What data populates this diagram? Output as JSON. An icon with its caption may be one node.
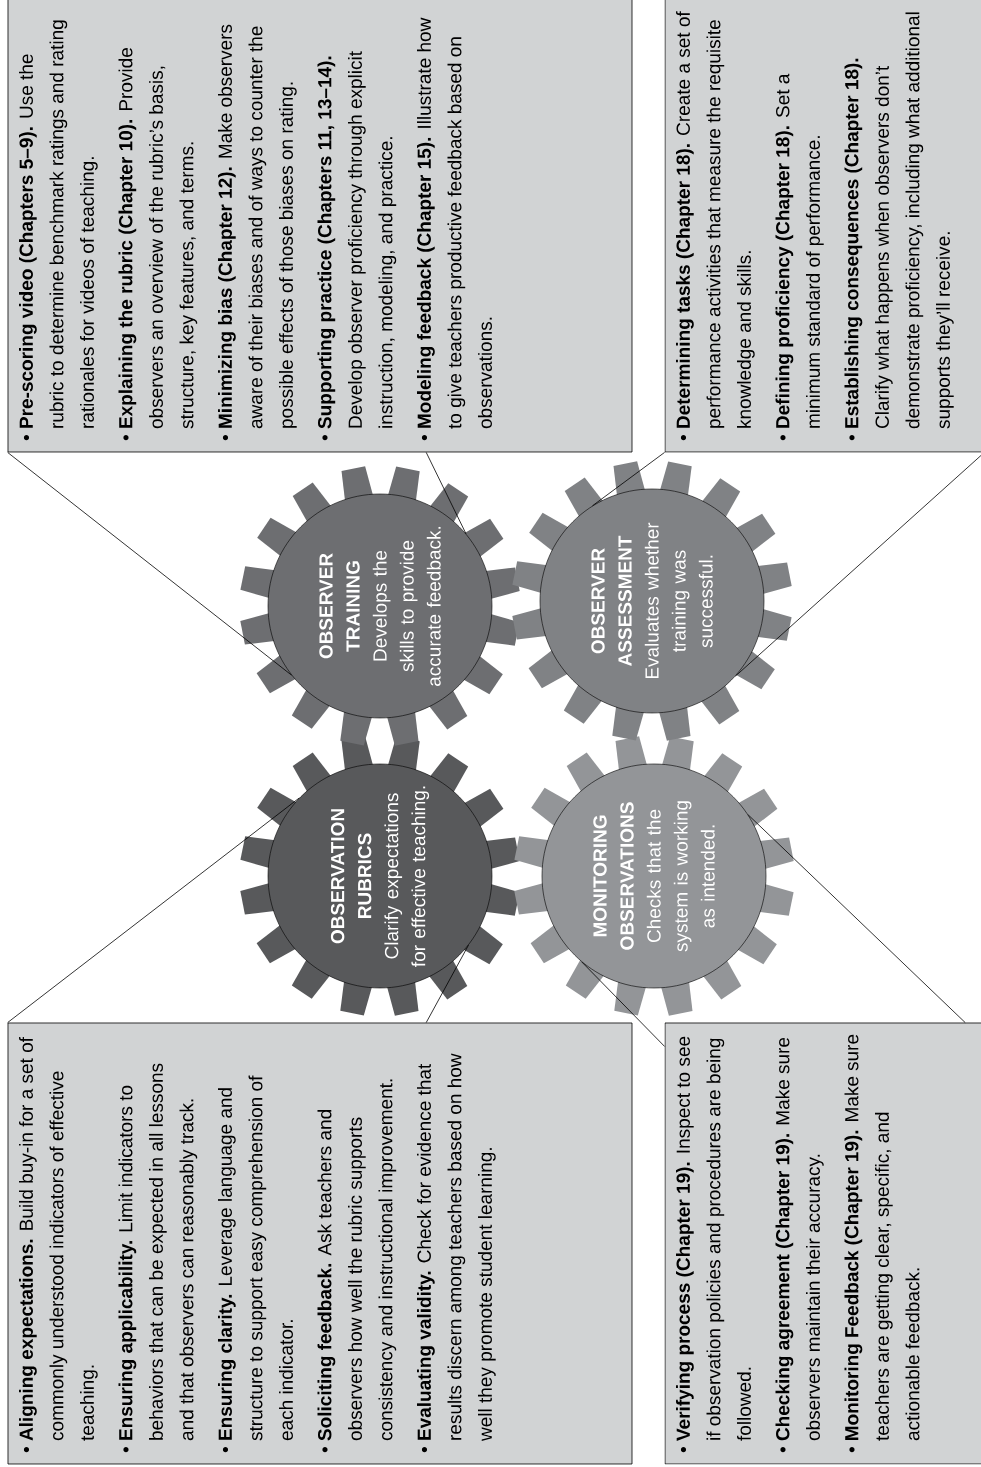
{
  "diagram": {
    "nodes": [
      {
        "text": [
          "• **Aligning expectations.** Build buy-in for a set of commonly understood indicators of effective teaching.",
          "• **Ensuring applicability.** Limit indicators to behaviors that can be expected in all lessons and that observers can reasonably track.",
          "• **Ensuring clarity.** Leverage language and structure to support easy comprehension of each indicator.",
          "• **Soliciting feedback.** Ask teachers and observers how well the rubric supports consistency and instructional improvement.",
          "• **Evaluating validity.** Check for evidence that results discern among teachers based on how well they promote student learning."
        ]
      },
      {
        "text": [
          "OBSERVATION RUBRICS",
          "Clarify expectations for effective teaching."
        ]
      },
      {
        "text": [
          "OBSERVER TRAINING",
          "Develops the skills to provide accurate feedback."
        ]
      },
      {
        "text": [
          "• **Pre-scoring video (Chapters 5–9).** Use the rubric to determine benchmark ratings and rating rationales for videos of teaching.",
          "• **Explaining the rubric (Chapter 10).** Provide observers an overview of the rubric’s basis, structure, key features, and terms.",
          "• **Minimizing bias (Chapter 12).** Make observers aware of their biases and of ways to counter the possible effects of those biases on rating.",
          "• **Supporting practice (Chapters 11, 13–14).** Develop observer proficiency through explicit instruction, modeling, and practice.",
          "• **Modeling feedback (Chapter 15).** Illustrate how to give teachers productive feedback based on observations."
        ]
      },
      {
        "text": [
          "• **Verifying process (Chapter 19).** Inspect to see if observation policies and procedures are being followed.",
          "• **Checking agreement (Chapter 19).** Make sure observers maintain their accuracy.",
          "• **Monitoring Feedback (Chapter 19).** Make sure teachers are getting clear, specific, and actionable feedback."
        ]
      },
      {
        "text": [
          "MONITORING OBSERVATIONS",
          "Checks that the system is working as intended."
        ]
      },
      {
        "text": [
          "OBSERVER ASSESSMENT",
          "Evaluates whether training was successful."
        ]
      },
      {
        "text": [
          "• **Determining tasks (Chapter 18).** Create a set of performance activities that measure the requisite knowledge and skills.",
          "• **Defining proficiency (Chapter 18).** Set a minimum standard of performance.",
          "• **Establishing consequences (Chapter 18).** Clarify what happens when observers don’t demonstrate proficiency, including what additional supports they’ll receive."
        ]
      }
    ],
    "edges": [
      {
        "from": 0,
        "to": 1,
        "arrow": "none"
      },
      {
        "from": 0,
        "to": 1,
        "arrow": "none"
      },
      {
        "from": 3,
        "to": 2,
        "arrow": "none"
      },
      {
        "from": 3,
        "to": 2,
        "arrow": "none"
      },
      {
        "from": 4,
        "to": 5,
        "arrow": "none"
      },
      {
        "from": 4,
        "to": 5,
        "arrow": "none"
      },
      {
        "from": 7,
        "to": 6,
        "arrow": "none"
      },
      {
        "from": 7,
        "to": 6,
        "arrow": "none"
      }
    ]
  }
}
